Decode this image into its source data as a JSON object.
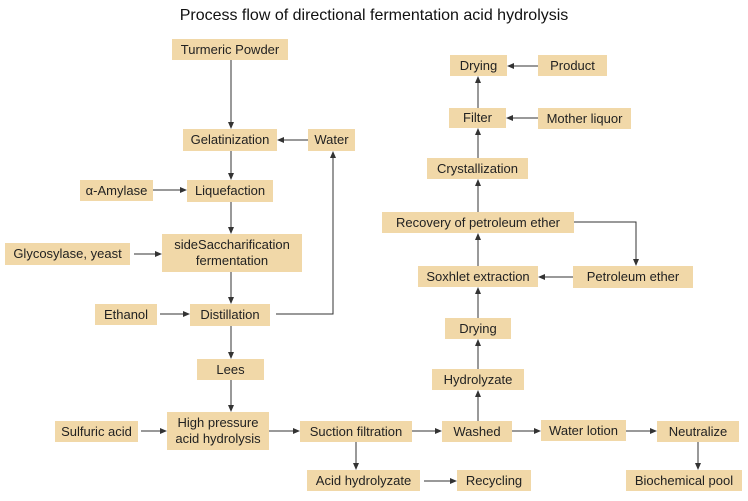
{
  "title": "Process flow of directional fermentation acid hydrolysis",
  "nodes": {
    "turmeric_powder": "Turmeric Powder",
    "gelatinization": "Gelatinization",
    "water": "Water",
    "alpha_amylase": "α-Amylase",
    "liquefaction": "Liquefaction",
    "glycosylase_yeast": "Glycosylase, yeast",
    "saccharification_line1": "sideSaccharification",
    "saccharification_line2": "fermentation",
    "ethanol": "Ethanol",
    "distillation": "Distillation",
    "lees": "Lees",
    "sulfuric_acid": "Sulfuric acid",
    "high_pressure_line1": "High pressure",
    "high_pressure_line2": "acid hydrolysis",
    "suction_filtration": "Suction filtration",
    "acid_hydrolyzate": "Acid hydrolyzate",
    "recycling": "Recycling",
    "washed": "Washed",
    "water_lotion": "Water lotion",
    "neutralize": "Neutralize",
    "biochemical_pool": "Biochemical pool",
    "hydrolyzate": "Hydrolyzate",
    "drying_lower": "Drying",
    "soxhlet_extraction": "Soxhlet extraction",
    "petroleum_ether": "Petroleum ether",
    "recovery_petroleum_ether": "Recovery of petroleum ether",
    "crystallization": "Crystallization",
    "filter": "Filter",
    "mother_liquor": "Mother liquor",
    "drying_top": "Drying",
    "product": "Product"
  },
  "colors": {
    "box_fill": "#f1d8a8",
    "arrow": "#333333"
  }
}
